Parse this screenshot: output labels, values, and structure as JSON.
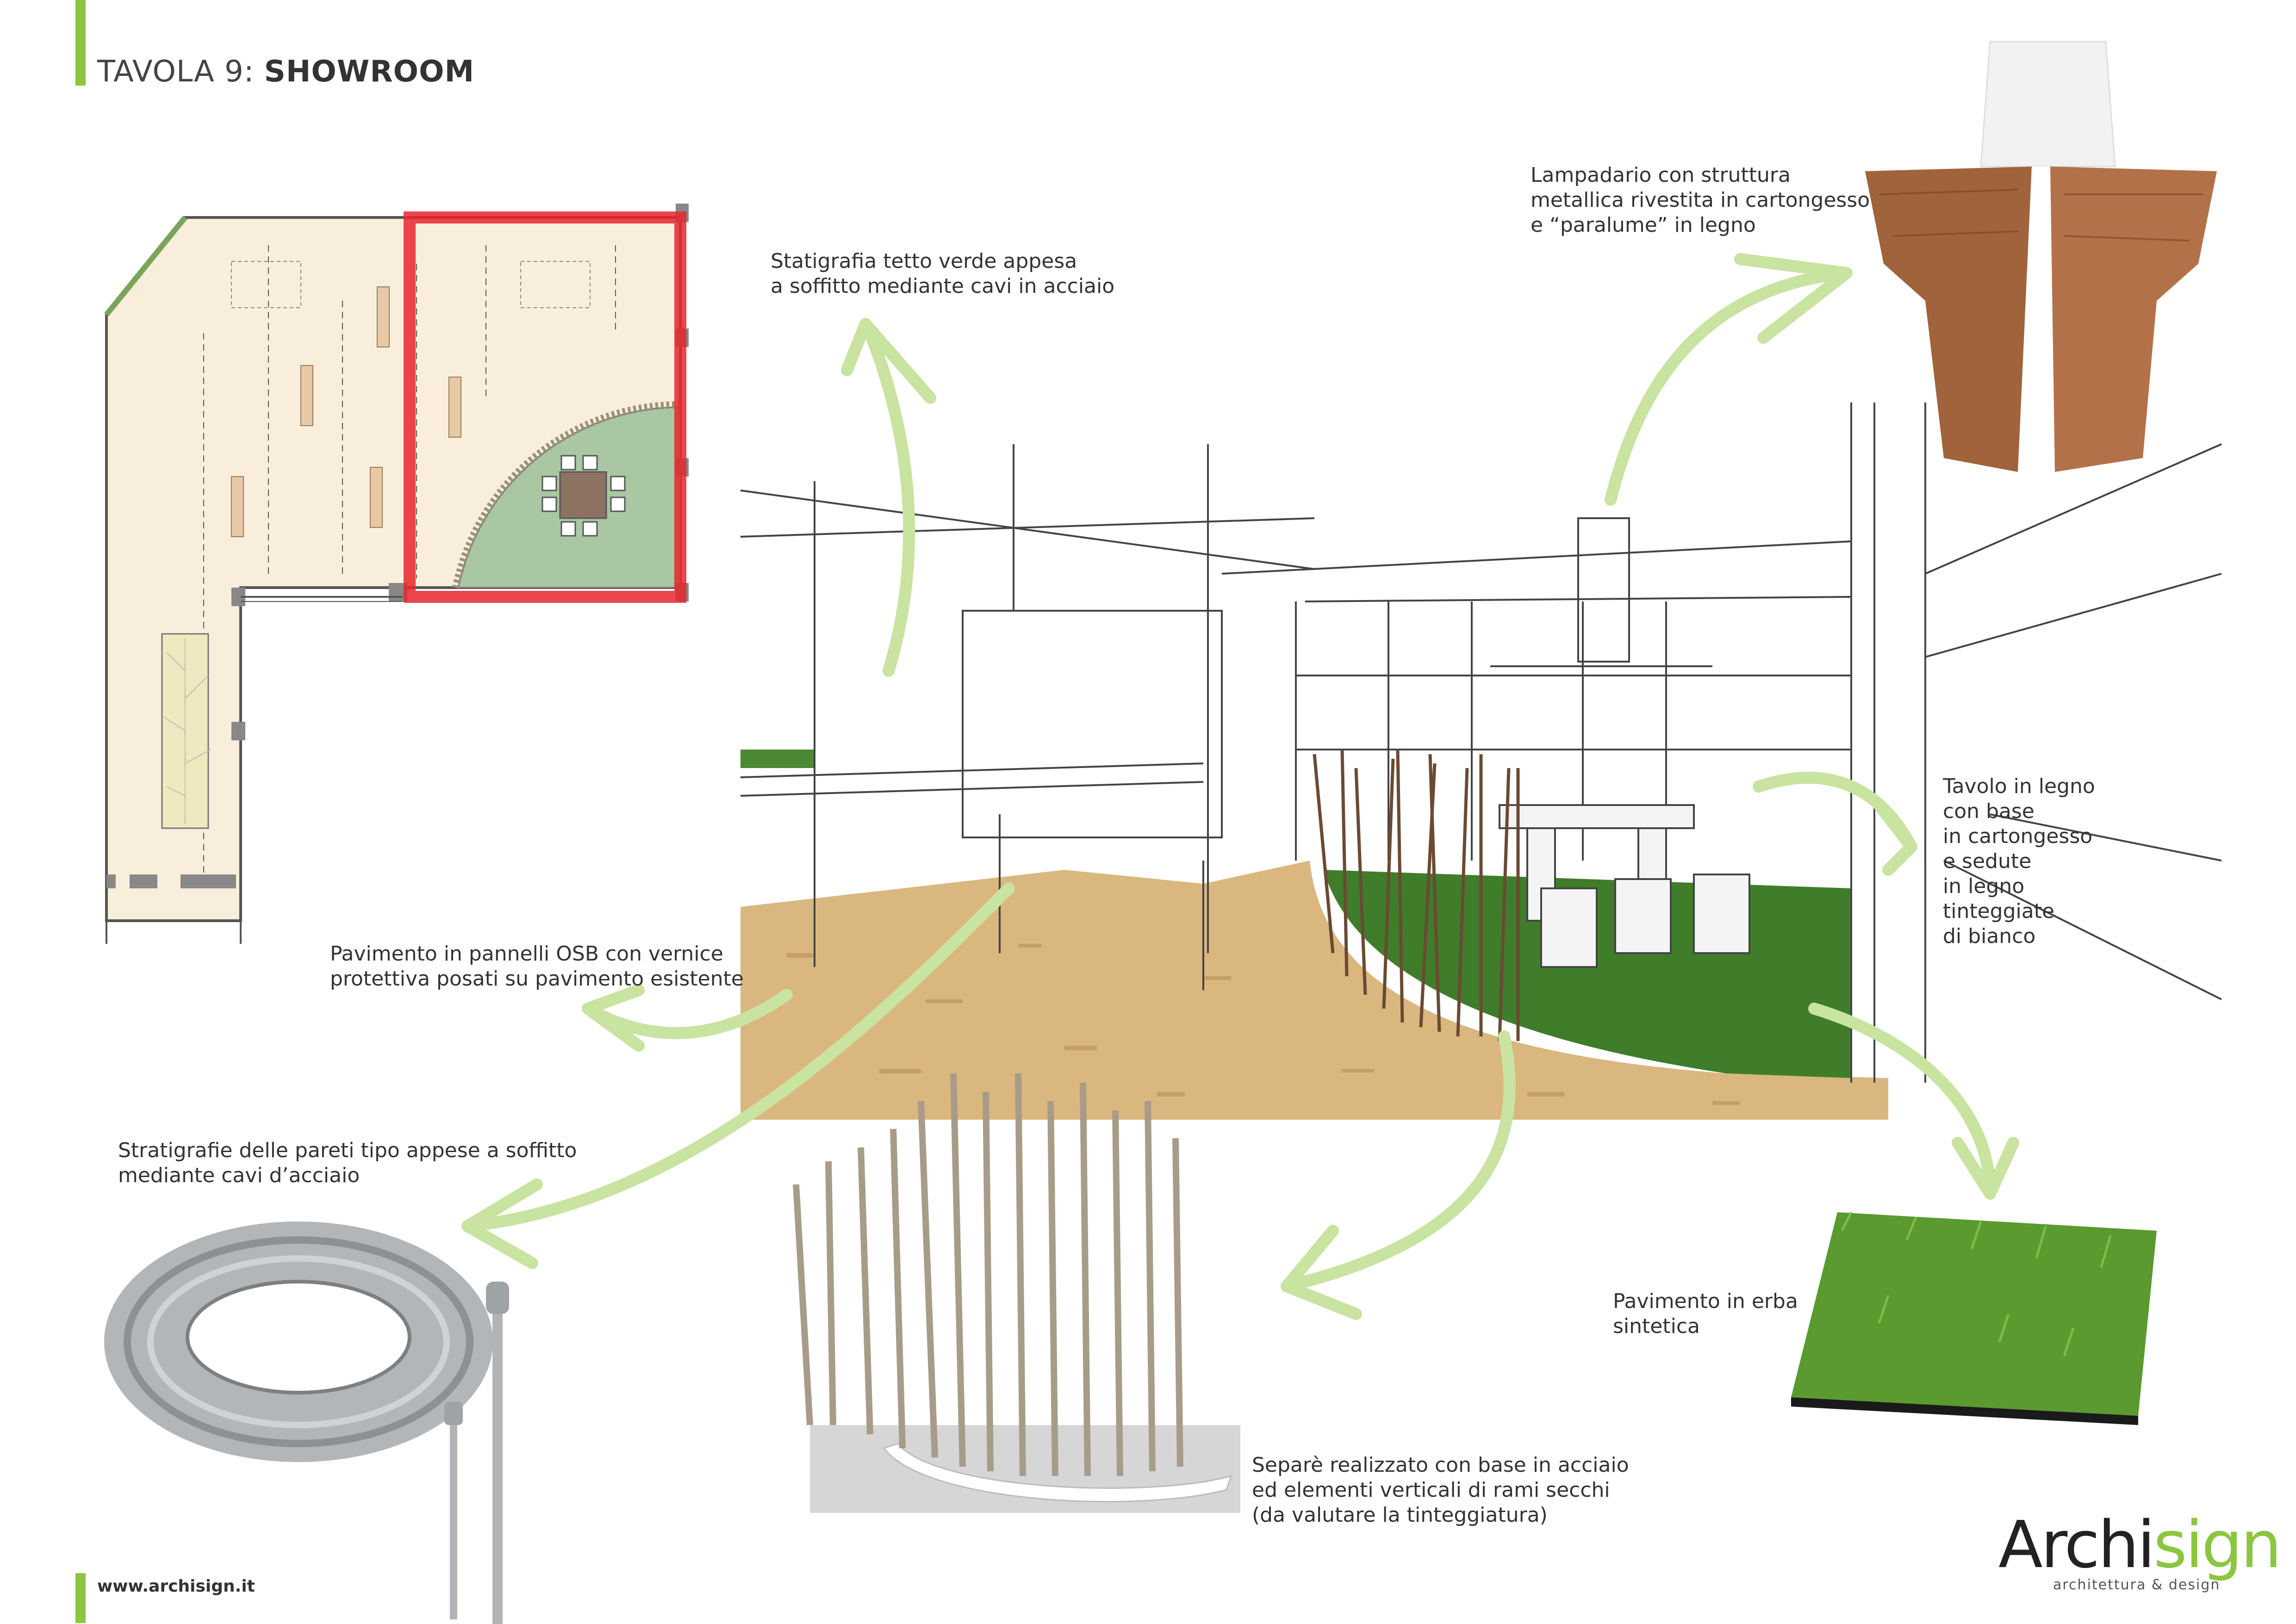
{
  "header": {
    "prefix": "TAVOLA 9: ",
    "title": "SHOWROOM"
  },
  "notes": {
    "green_roof": "Statigrafia tetto verde appesa\na soffitto mediante cavi in acciaio",
    "chandelier": "Lampadario con struttura\nmetallica rivestita in cartongesso\ne “paralume” in legno",
    "table": "Tavolo in legno\ncon base\nin cartongesso\ne sedute\nin legno\ntinteggiate\ndi bianco",
    "floor_osb": "Pavimento in pannelli OSB con vernice\nprotettiva posati su pavimento esistente",
    "walls": "Stratigrafie delle pareti tipo appese a soffitto\nmediante cavi d’acciaio",
    "grass": "Pavimento in erba\nsintetica",
    "divider": "Separè realizzato con base in acciaio\ned elementi verticali di rami secchi\n(da valutare la tinteggiatura)"
  },
  "footer": {
    "url": "www.archisign.it"
  },
  "logo": {
    "word_a": "Archi",
    "word_b": "sign",
    "tagline": "architettura & design"
  },
  "colors": {
    "accent_green": "#8cc63f",
    "arrow_green": "#c9e3a0",
    "highlight_red": "#e8262d",
    "plan_beige": "#f8eedb",
    "plan_green": "#a9c7a2",
    "osb": "#d9b77f",
    "grass": "#3f7d2a"
  }
}
